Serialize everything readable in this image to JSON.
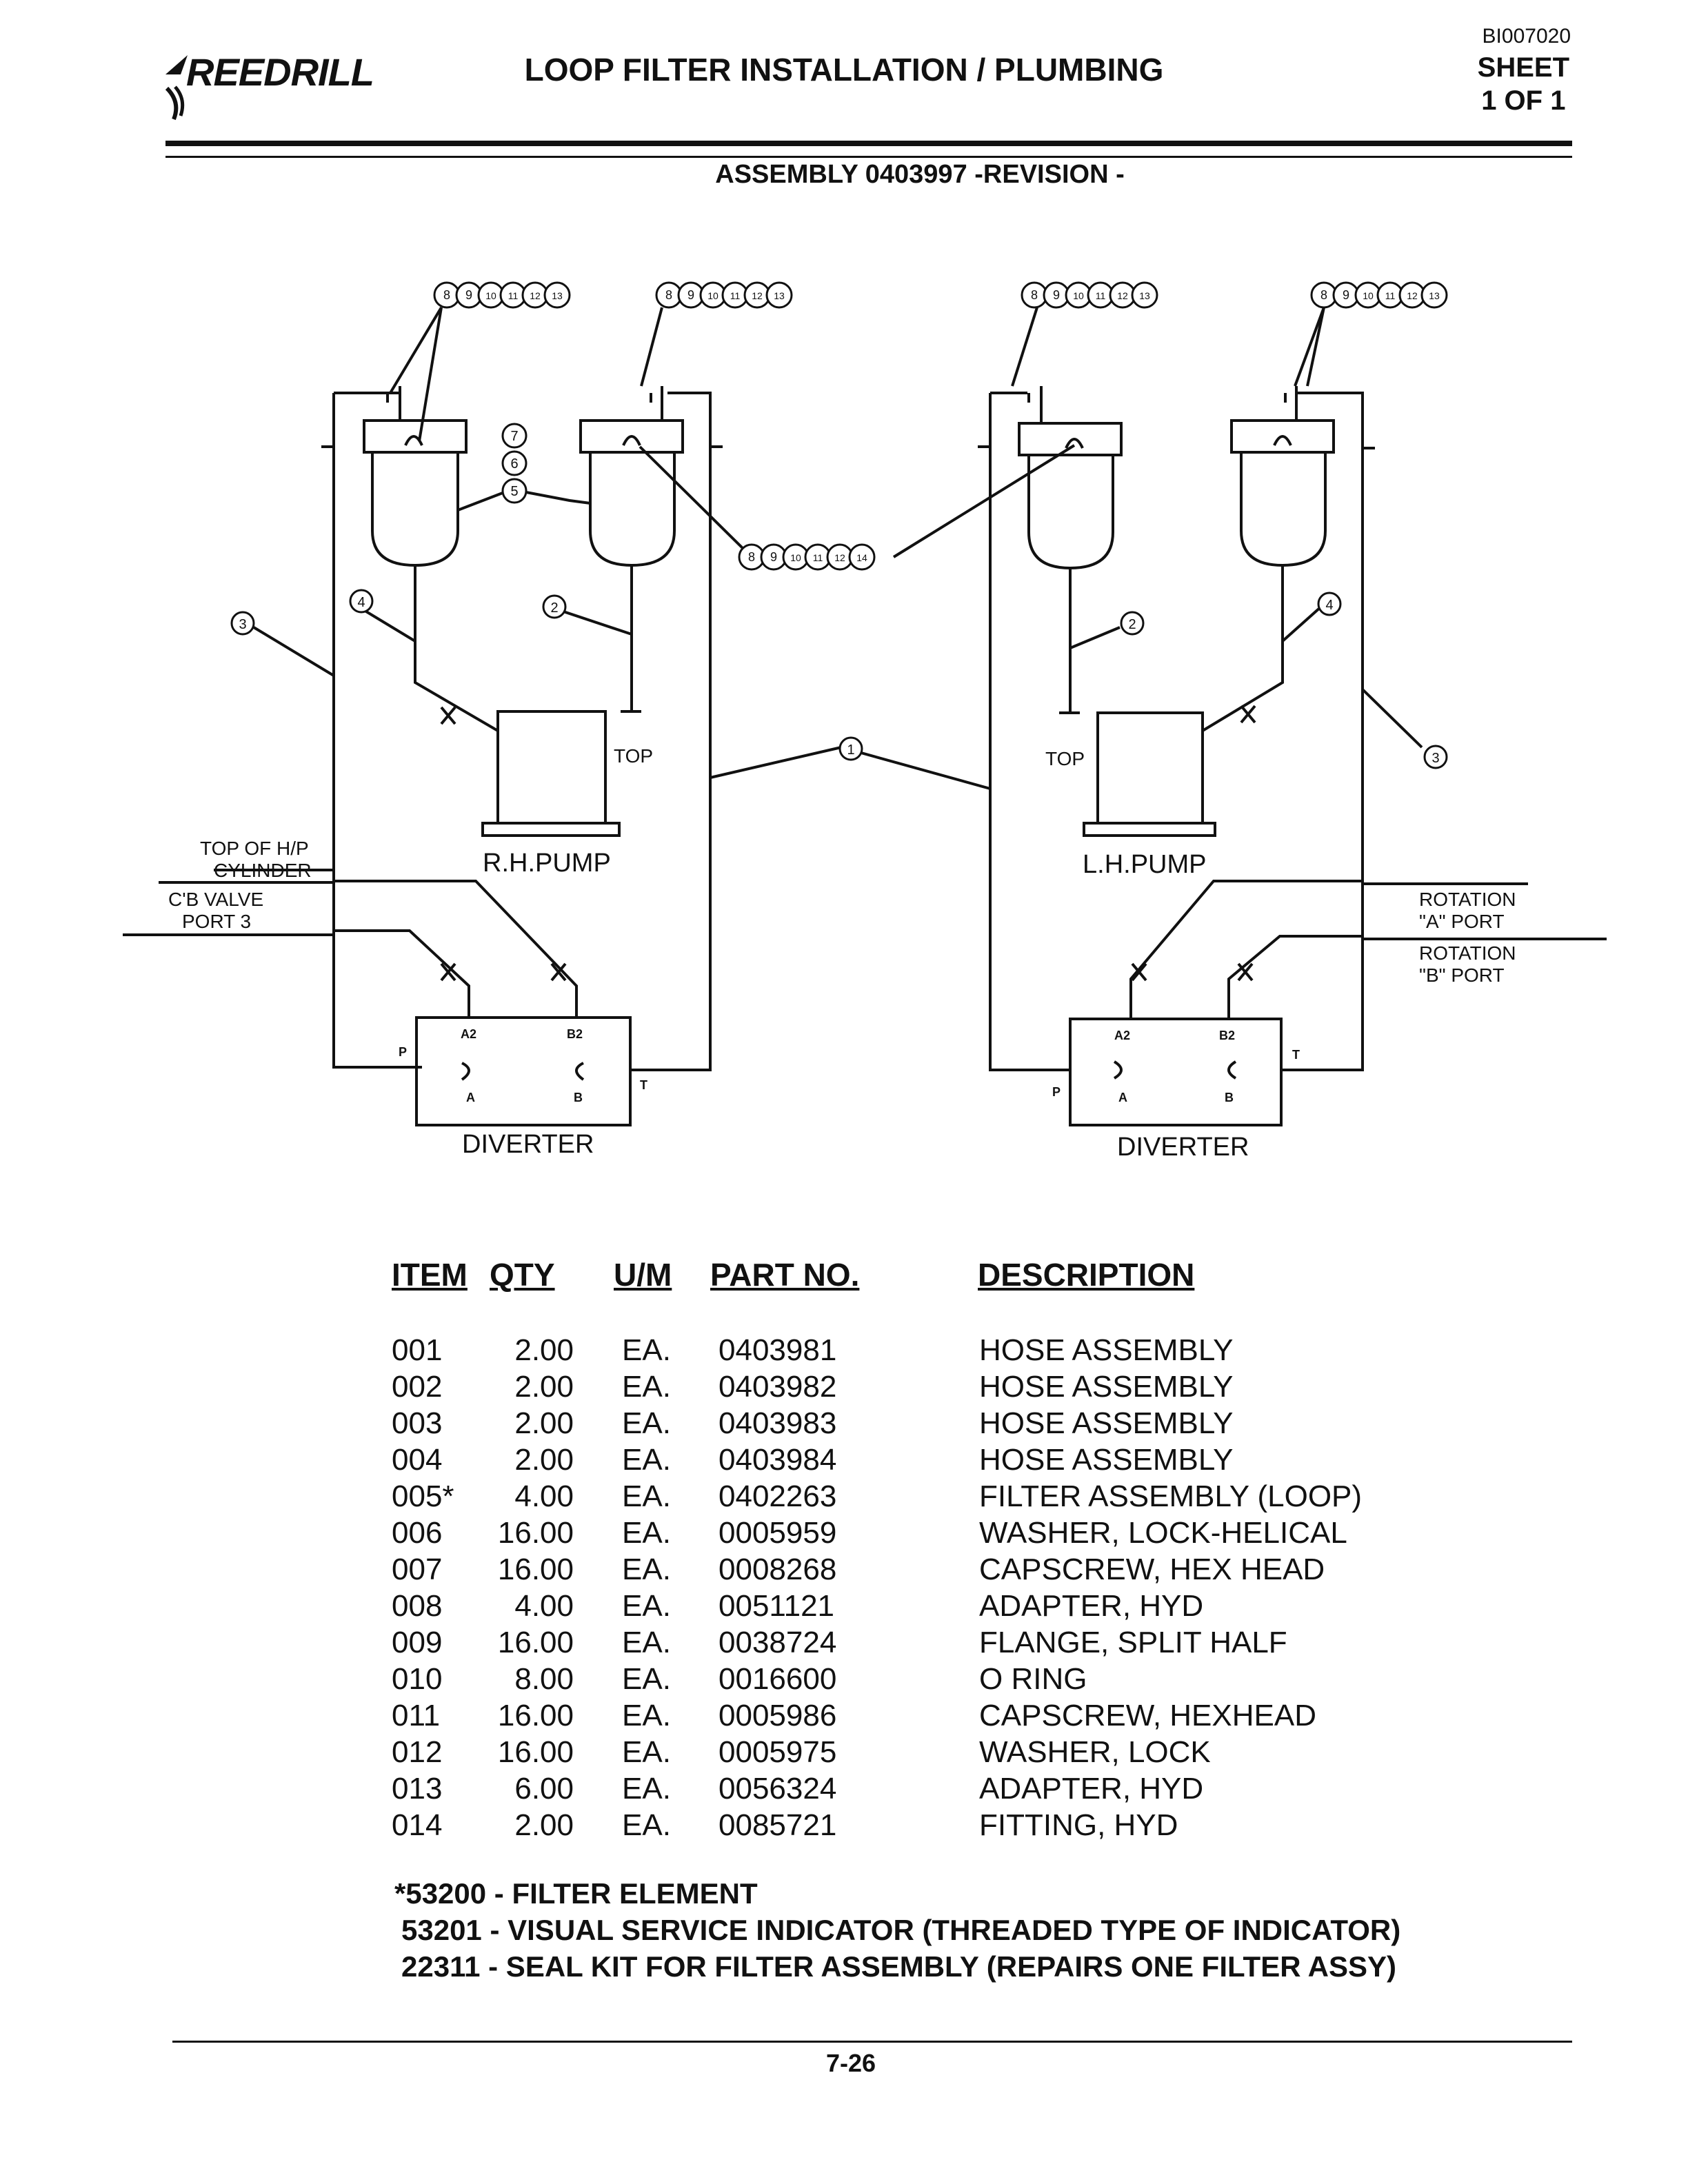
{
  "header": {
    "brand": "REEDRILL",
    "title": "LOOP FILTER INSTALLATION / PLUMBING",
    "doc_id": "BI007020",
    "sheet_label": "SHEET",
    "sheet_value": "1 OF 1",
    "assembly": "ASSEMBLY 0403997 -REVISION -"
  },
  "diagram": {
    "rh_pump": "R.H.PUMP",
    "lh_pump": "L.H.PUMP",
    "top_label": "TOP",
    "diverter_label": "DIVERTER",
    "top_hp_line1": "TOP OF H/P",
    "top_hp_line2": "CYLINDER",
    "cb_valve_line1": "C'B VALVE",
    "cb_valve_line2": "PORT 3",
    "rot_a_line1": "ROTATION",
    "rot_a_line2": "\"A\" PORT",
    "rot_b_line1": "ROTATION",
    "rot_b_line2": "\"B\" PORT",
    "port_a2": "A2",
    "port_b2": "B2",
    "port_a": "A",
    "port_b": "B",
    "port_p": "P",
    "port_t": "T",
    "bubble_group": [
      "8",
      "9",
      "10",
      "11",
      "12",
      "13"
    ],
    "bubble_group_center": [
      "8",
      "9",
      "10",
      "11",
      "12",
      "14"
    ],
    "bubble_stack": [
      "7",
      "6",
      "5"
    ],
    "bubble_2": "2",
    "bubble_3": "3",
    "bubble_4": "4",
    "bubble_1": "1"
  },
  "table": {
    "headers": {
      "item": "ITEM",
      "qty": "QTY",
      "um": "U/M",
      "part": "PART NO.",
      "desc": "DESCRIPTION"
    },
    "rows": [
      {
        "item": "001",
        "qty": "2.00",
        "um": "EA.",
        "part": "0403981",
        "desc": "HOSE ASSEMBLY"
      },
      {
        "item": "002",
        "qty": "2.00",
        "um": "EA.",
        "part": "0403982",
        "desc": "HOSE ASSEMBLY"
      },
      {
        "item": "003",
        "qty": "2.00",
        "um": "EA.",
        "part": "0403983",
        "desc": "HOSE ASSEMBLY"
      },
      {
        "item": "004",
        "qty": "2.00",
        "um": "EA.",
        "part": "0403984",
        "desc": "HOSE ASSEMBLY"
      },
      {
        "item": "005*",
        "qty": "4.00",
        "um": "EA.",
        "part": "0402263",
        "desc": "FILTER ASSEMBLY (LOOP)"
      },
      {
        "item": "006",
        "qty": "16.00",
        "um": "EA.",
        "part": "0005959",
        "desc": "WASHER, LOCK-HELICAL"
      },
      {
        "item": "007",
        "qty": "16.00",
        "um": "EA.",
        "part": "0008268",
        "desc": "CAPSCREW, HEX HEAD"
      },
      {
        "item": "008",
        "qty": "4.00",
        "um": "EA.",
        "part": "0051121",
        "desc": "ADAPTER, HYD"
      },
      {
        "item": "009",
        "qty": "16.00",
        "um": "EA.",
        "part": "0038724",
        "desc": "FLANGE, SPLIT HALF"
      },
      {
        "item": "010",
        "qty": "8.00",
        "um": "EA.",
        "part": "0016600",
        "desc": "O RING"
      },
      {
        "item": "011",
        "qty": "16.00",
        "um": "EA.",
        "part": "0005986",
        "desc": "CAPSCREW, HEXHEAD"
      },
      {
        "item": "012",
        "qty": "16.00",
        "um": "EA.",
        "part": "0005975",
        "desc": "WASHER, LOCK"
      },
      {
        "item": "013",
        "qty": "6.00",
        "um": "EA.",
        "part": "0056324",
        "desc": "ADAPTER, HYD"
      },
      {
        "item": "014",
        "qty": "2.00",
        "um": "EA.",
        "part": "0085721",
        "desc": "FITTING, HYD"
      }
    ]
  },
  "notes": [
    "*53200 - FILTER ELEMENT",
    "53201 - VISUAL SERVICE INDICATOR (THREADED TYPE OF INDICATOR)",
    "22311 - SEAL KIT FOR FILTER ASSEMBLY (REPAIRS ONE FILTER ASSY)"
  ],
  "footer": {
    "page": "7-26"
  }
}
